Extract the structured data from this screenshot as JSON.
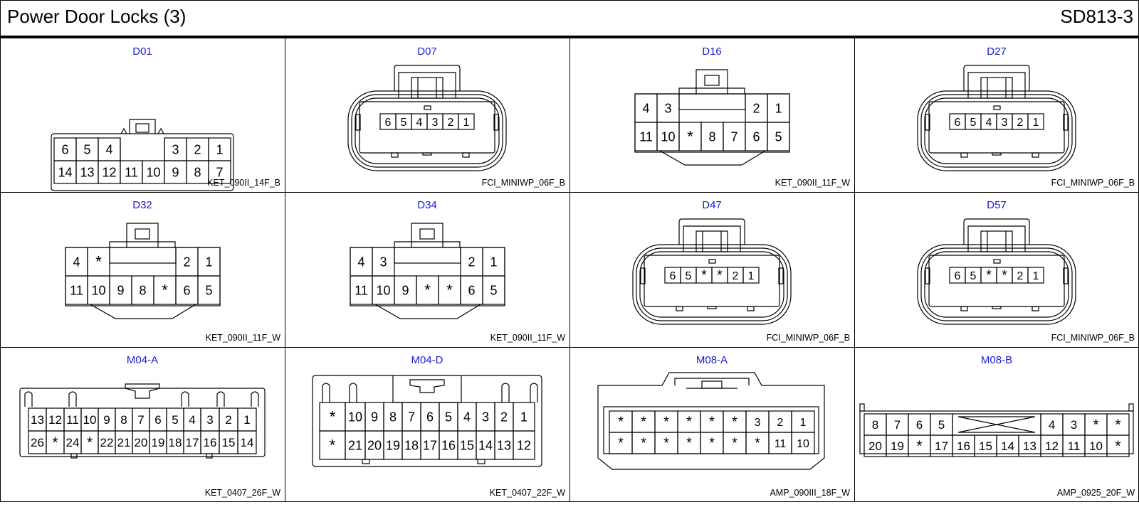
{
  "header": {
    "title": "Power Door Locks (3)",
    "code": "SD813-3"
  },
  "colors": {
    "connector_name": "#1a1ad0",
    "line": "#000000",
    "background": "#ffffff"
  },
  "connectors": [
    {
      "id": "D01",
      "type": "KET_090II_14F_B",
      "style": "ket14",
      "rows": [
        [
          "6",
          "5",
          "4",
          "",
          "",
          "3",
          "2",
          "1"
        ],
        [
          "14",
          "13",
          "12",
          "11",
          "10",
          "9",
          "8",
          "7"
        ]
      ]
    },
    {
      "id": "D07",
      "type": "FCI_MINIWP_06F_B",
      "style": "fci",
      "rows": [
        [
          "6",
          "5",
          "4",
          "3",
          "2",
          "1"
        ]
      ]
    },
    {
      "id": "D16",
      "type": "KET_090II_11F_W",
      "style": "ket11",
      "rows": [
        [
          "4",
          "3",
          "",
          "",
          "",
          "2",
          "1"
        ],
        [
          "11",
          "10",
          "*",
          "8",
          "7",
          "6",
          "5"
        ]
      ]
    },
    {
      "id": "D27",
      "type": "FCI_MINIWP_06F_B",
      "style": "fci",
      "rows": [
        [
          "6",
          "5",
          "4",
          "3",
          "2",
          "1"
        ]
      ]
    },
    {
      "id": "D32",
      "type": "KET_090II_11F_W",
      "style": "ket11",
      "rows": [
        [
          "4",
          "*",
          "",
          "",
          "",
          "2",
          "1"
        ],
        [
          "11",
          "10",
          "9",
          "8",
          "*",
          "6",
          "5"
        ]
      ]
    },
    {
      "id": "D34",
      "type": "KET_090II_11F_W",
      "style": "ket11",
      "rows": [
        [
          "4",
          "3",
          "",
          "",
          "",
          "2",
          "1"
        ],
        [
          "11",
          "10",
          "9",
          "*",
          "*",
          "6",
          "5"
        ]
      ]
    },
    {
      "id": "D47",
      "type": "FCI_MINIWP_06F_B",
      "style": "fci",
      "rows": [
        [
          "6",
          "5",
          "*",
          "*",
          "2",
          "1"
        ]
      ]
    },
    {
      "id": "D57",
      "type": "FCI_MINIWP_06F_B",
      "style": "fci",
      "rows": [
        [
          "6",
          "5",
          "*",
          "*",
          "2",
          "1"
        ]
      ]
    },
    {
      "id": "M04-A",
      "type": "KET_0407_26F_W",
      "style": "ket26",
      "rows": [
        [
          "13",
          "12",
          "11",
          "10",
          "9",
          "8",
          "7",
          "6",
          "5",
          "4",
          "3",
          "2",
          "1"
        ],
        [
          "26",
          "*",
          "24",
          "*",
          "22",
          "21",
          "20",
          "19",
          "18",
          "17",
          "16",
          "15",
          "14"
        ]
      ]
    },
    {
      "id": "M04-D",
      "type": "KET_0407_22F_W",
      "style": "ket22",
      "rows": [
        [
          "*",
          "10",
          "9",
          "8",
          "7",
          "6",
          "5",
          "4",
          "3",
          "2",
          "1"
        ],
        [
          "*",
          "21",
          "20",
          "19",
          "18",
          "17",
          "16",
          "15",
          "14",
          "13",
          "12"
        ]
      ]
    },
    {
      "id": "M08-A",
      "type": "AMP_090III_18F_W",
      "style": "amp18",
      "rows": [
        [
          "*",
          "*",
          "*",
          "*",
          "*",
          "*",
          "3",
          "2",
          "1"
        ],
        [
          "*",
          "*",
          "*",
          "*",
          "*",
          "*",
          "*",
          "11",
          "10"
        ]
      ]
    },
    {
      "id": "M08-B",
      "type": "AMP_0925_20F_W",
      "style": "amp20",
      "rows": [
        [
          "8",
          "7",
          "6",
          "5",
          "",
          "",
          "",
          "",
          "4",
          "3",
          "*",
          "*"
        ],
        [
          "20",
          "19",
          "*",
          "17",
          "16",
          "15",
          "14",
          "13",
          "12",
          "11",
          "10",
          "*"
        ]
      ]
    }
  ]
}
